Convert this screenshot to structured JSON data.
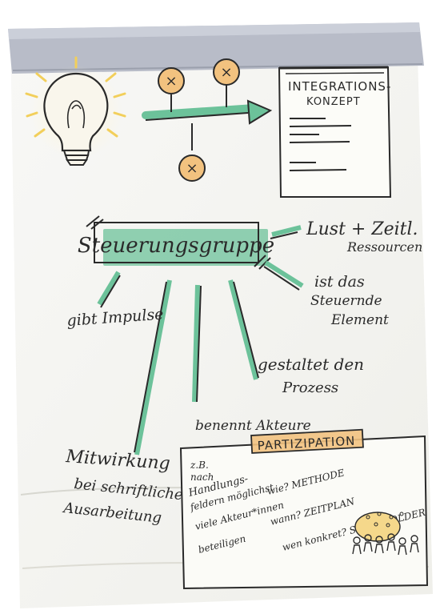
{
  "flipchart": {
    "top": {
      "circles": [
        "×",
        "×",
        "×"
      ]
    },
    "doc": {
      "title_line1": "INTEGRATIONS-",
      "title_line2": "KONZEPT"
    },
    "steering": {
      "title": "Steuerungsgruppe",
      "resources_line1": "Lust + Zeitl.",
      "resources_line2": "Ressourcen",
      "element_line1": "ist das",
      "element_line2": "Steuernde",
      "element_line3": "Element",
      "impulse": "gibt Impulse",
      "process_line1": "gestaltet den",
      "process_line2": "Prozess",
      "actors": "benennt Akteure",
      "mitwirkung_line1": "Mitwirkung",
      "mitwirkung_line2": "bei schriftlicher",
      "mitwirkung_line3": "Ausarbeitung"
    },
    "participation": {
      "title": "PARTIZIPATION",
      "zb_line1": "z.B.",
      "zb_line2": "nach",
      "zb_line3": "Handlungs-",
      "zb_line4": "feldern möglichst",
      "zb_line5": "viele Akteur*innen",
      "zb_line6": "beteiligen",
      "q_method": "wie? METHODE",
      "q_time": "wann? ZEITPLAN",
      "q_stake": "wen konkret? STAKEHOLDER"
    }
  },
  "colors": {
    "paper": "#f7f7f3",
    "marker": "#2a2a2a",
    "green": "#6cc29a",
    "orange": "#f2c27f",
    "yellow": "#f2cf5b",
    "clip": "#b8bcc8"
  }
}
